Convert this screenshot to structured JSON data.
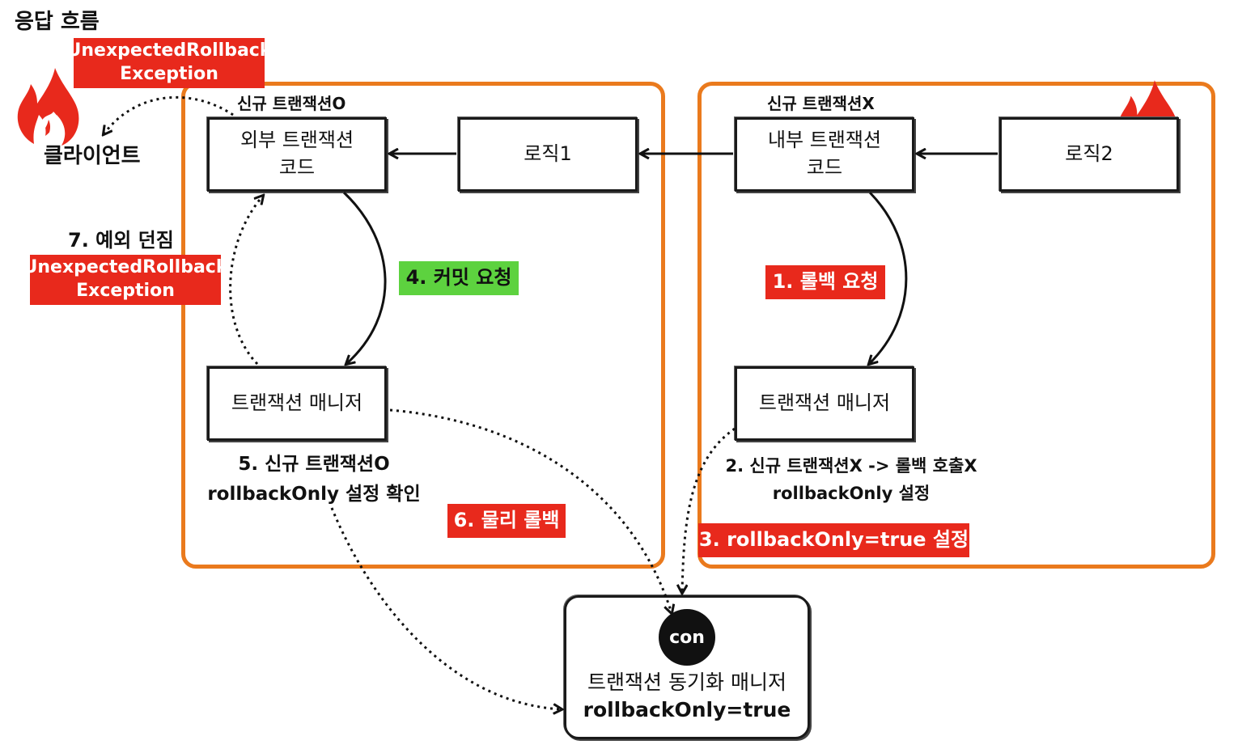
{
  "title": "응답 흐름",
  "client": {
    "label": "클라이언트"
  },
  "exception_top": {
    "line1": "UnexpectedRollback",
    "line2": "Exception"
  },
  "step7": {
    "label": "7. 예외 던짐",
    "line1": "UnexpectedRollback",
    "line2": "Exception"
  },
  "outer_tx": {
    "label": "신규 트랜잭션O",
    "code_line1": "외부 트랜잭션",
    "code_line2": "코드",
    "logic": "로직1",
    "manager": "트랜잭션 매니저",
    "step4": "4. 커밋 요청",
    "step5_line1": "5. 신규 트랜잭션O",
    "step5_line2": "rollbackOnly 설정 확인",
    "step6": "6. 물리 롤백"
  },
  "inner_tx": {
    "label": "신규 트랜잭션X",
    "code_line1": "내부 트랜잭션",
    "code_line2": "코드",
    "logic": "로직2",
    "manager": "트랜잭션 매니저",
    "step1": "1. 롤백 요청",
    "step2_line1": "2. 신규 트랜잭션X -> 롤백 호출X",
    "step2_line2": "rollbackOnly 설정",
    "step3": "3. rollbackOnly=true 설정"
  },
  "sync_manager": {
    "con": "con",
    "line1": "트랜잭션 동기화 매니저",
    "line2": "rollbackOnly=true"
  },
  "colors": {
    "frame": "#ea7a1d",
    "red_tag": "#e8291c",
    "green_tag": "#5dd23f",
    "fire": "#e8291c"
  },
  "icons": [
    "fire-icon",
    "fire-icon"
  ]
}
